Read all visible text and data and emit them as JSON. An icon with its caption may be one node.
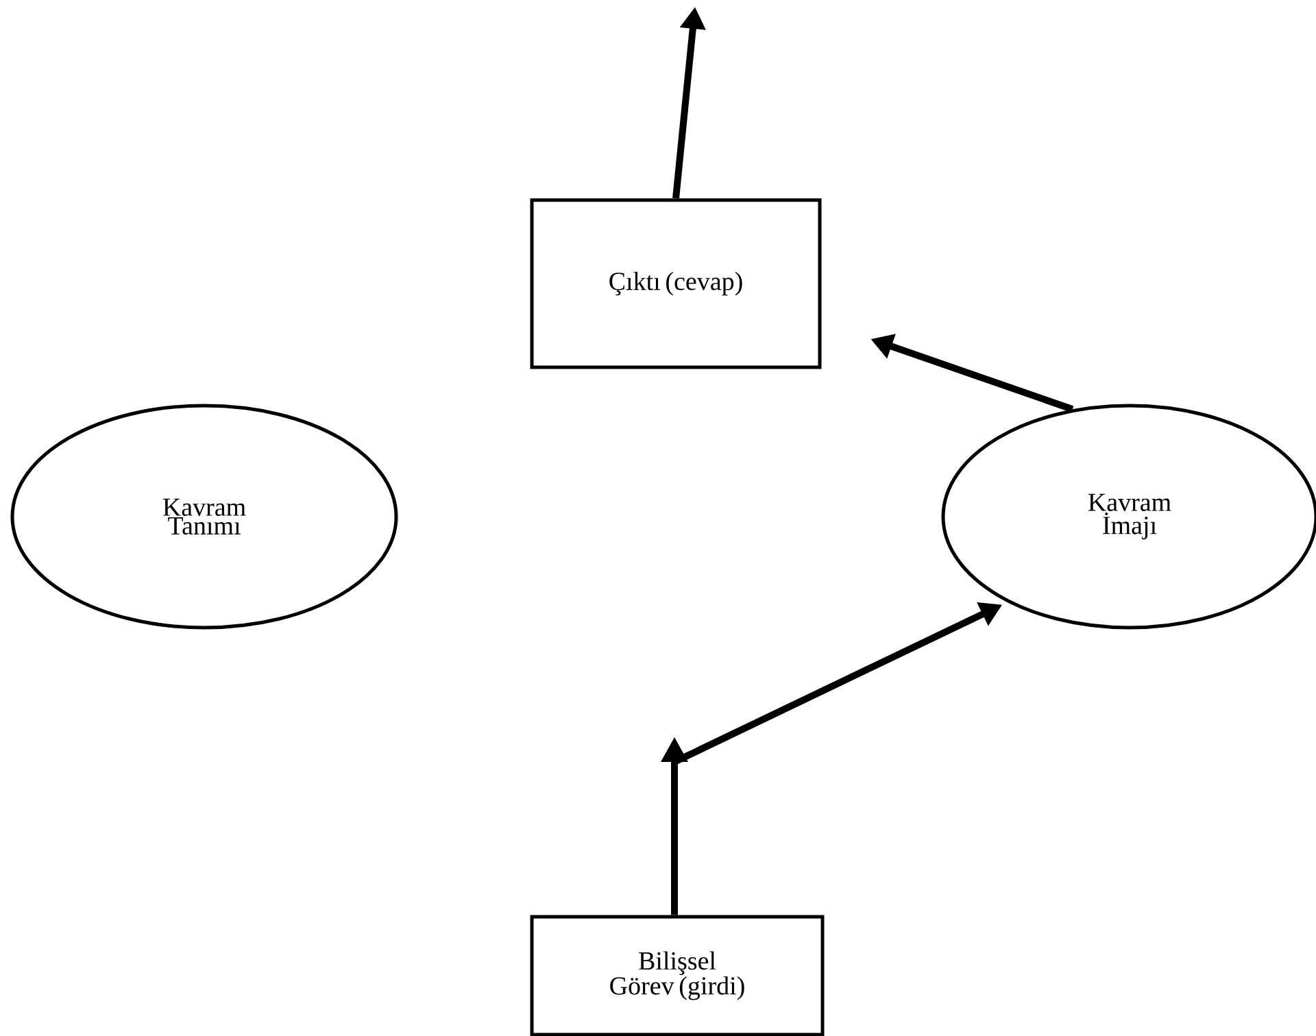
{
  "diagram": {
    "nodes": [
      {
        "text": [
          "Çıktı (cevap)"
        ]
      },
      {
        "text": [
          "Kavram Tanımı"
        ]
      },
      {
        "text": [
          "Kavram İmajı"
        ]
      },
      {
        "text": [
          "Bilişsel Görev (girdi)"
        ]
      }
    ],
    "edges": [
      {
        "from": 0,
        "to": null,
        "arrow": "to"
      },
      {
        "from": 2,
        "to": 0,
        "arrow": "to"
      },
      {
        "from": 3,
        "to": 2,
        "arrow": "to"
      }
    ]
  }
}
